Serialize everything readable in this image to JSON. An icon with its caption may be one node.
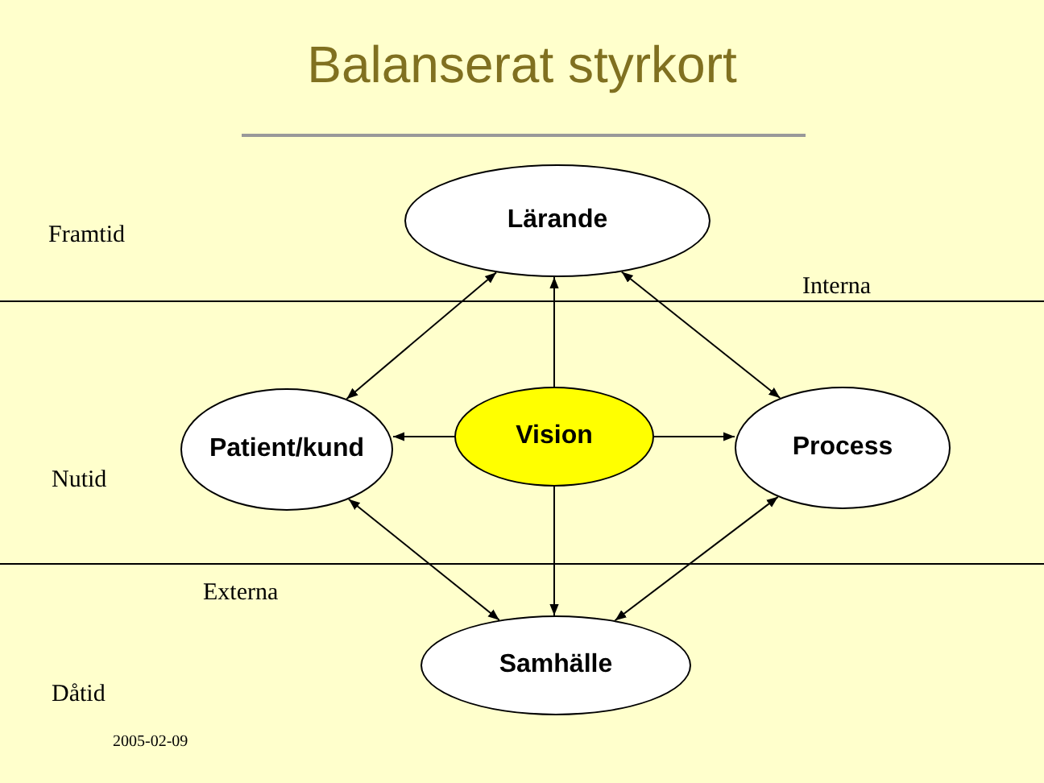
{
  "diagram": {
    "title": "Balanserat styrkort",
    "nodes": [
      {
        "text": [
          "Lärande"
        ]
      },
      {
        "text": [
          "Patient/kund"
        ]
      },
      {
        "text": [
          "Vision"
        ]
      },
      {
        "text": [
          "Process"
        ]
      },
      {
        "text": [
          "Samhälle"
        ]
      }
    ],
    "edges": [
      {
        "from": 0,
        "to": 1,
        "arrow": "both"
      },
      {
        "from": 2,
        "to": 0,
        "arrow": "to"
      },
      {
        "from": 0,
        "to": 3,
        "arrow": "both"
      },
      {
        "from": 2,
        "to": 1,
        "arrow": "to"
      },
      {
        "from": 2,
        "to": 3,
        "arrow": "to"
      },
      {
        "from": 1,
        "to": 4,
        "arrow": "both"
      },
      {
        "from": 2,
        "to": 4,
        "arrow": "to"
      },
      {
        "from": 3,
        "to": 4,
        "arrow": "both"
      }
    ],
    "labels": [
      "Framtid",
      "Interna",
      "Nutid",
      "Externa",
      "Dåtid",
      "2005-02-09"
    ]
  }
}
